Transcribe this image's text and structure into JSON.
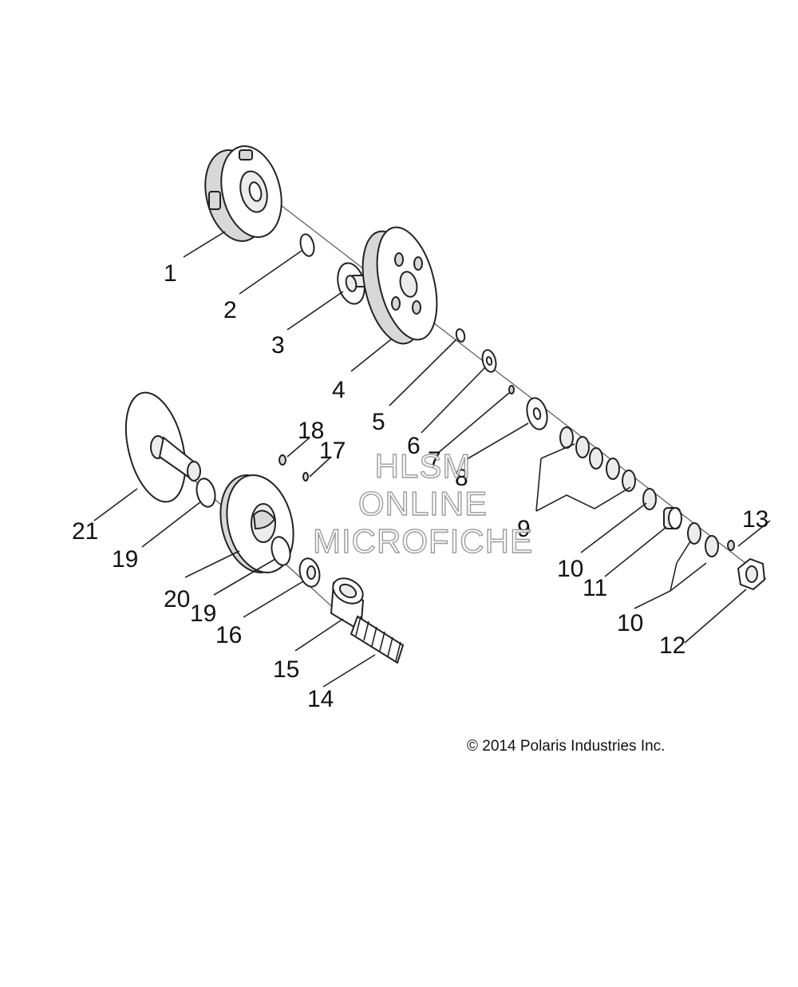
{
  "callouts": {
    "c1": "1",
    "c2": "2",
    "c3": "3",
    "c4": "4",
    "c5": "5",
    "c6": "6",
    "c7": "7",
    "c8": "8",
    "c9": "9",
    "c10a": "10",
    "c10b": "10",
    "c11": "11",
    "c12": "12",
    "c13": "13",
    "c14": "14",
    "c15": "15",
    "c16": "16",
    "c17": "17",
    "c18": "18",
    "c19a": "19",
    "c19b": "19",
    "c20": "20",
    "c21": "21"
  },
  "copyright": "© 2014 Polaris Industries Inc.",
  "watermark": {
    "line1": "HLSM",
    "line2": "ONLINE",
    "line3": "MICROFICHE"
  }
}
